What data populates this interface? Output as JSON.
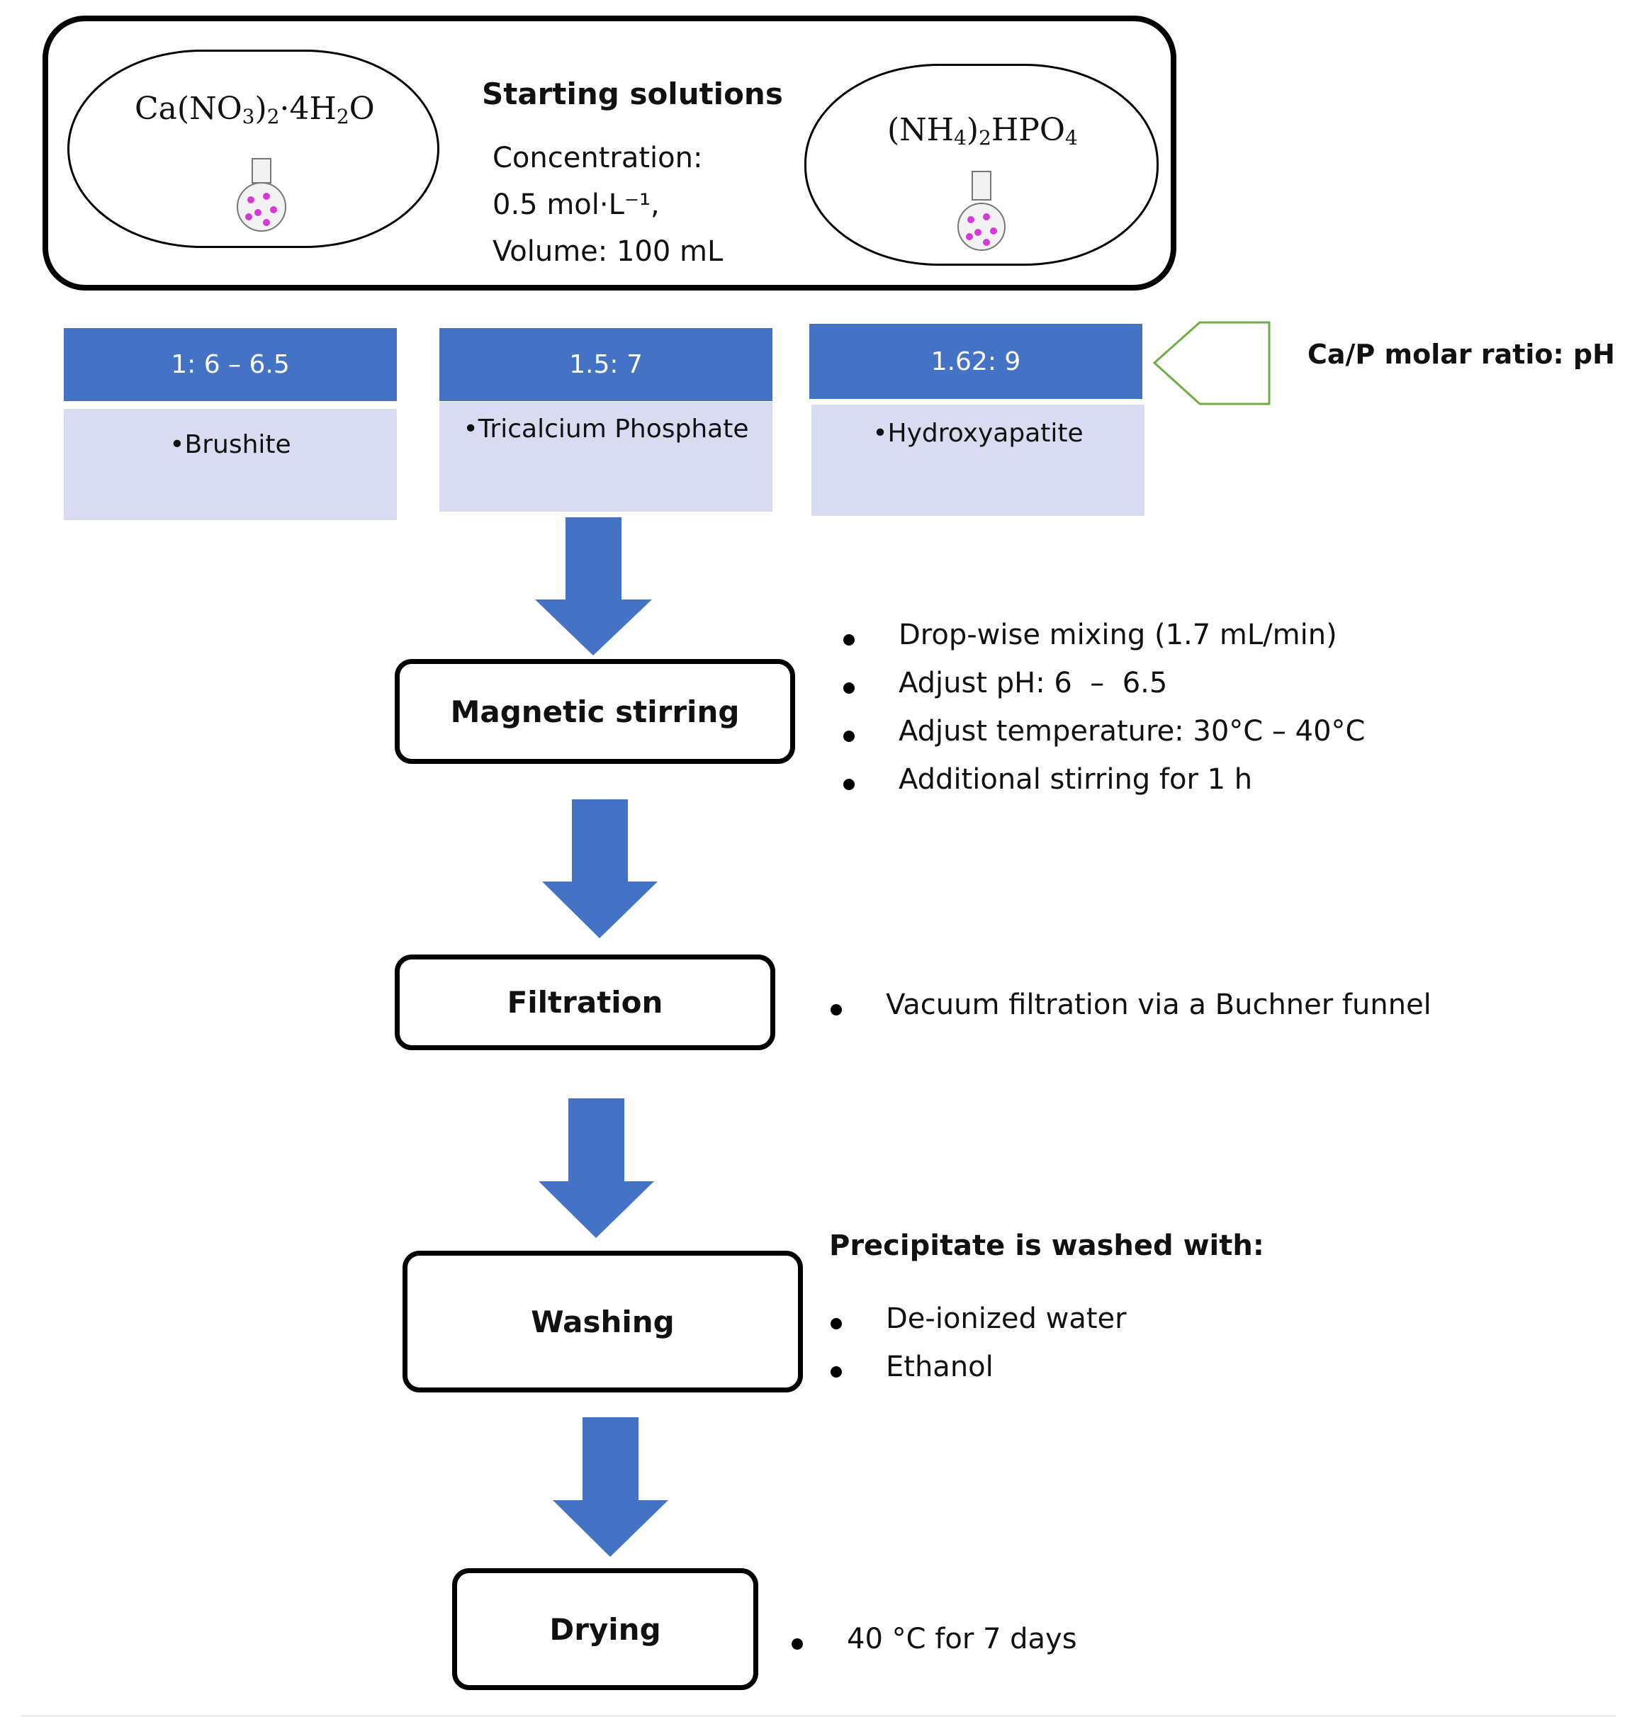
{
  "starting_solutions": {
    "title": "Starting solutions",
    "concentration_label": "Concentration:",
    "concentration_value": "0.5 mol·L⁻¹,",
    "volume": "Volume: 100 mL",
    "left_reagent": {
      "main": "Ca(NO",
      "sub1": "3",
      "mid": ")",
      "sub2": "2",
      "end": "·4H",
      "sub3": "2",
      "tail": "O"
    },
    "right_reagent": {
      "open": "(NH",
      "sub1": "4",
      "mid": ")",
      "sub2": "2",
      "end": "HPO",
      "sub3": "4"
    }
  },
  "ratio_caption": "Ca/P molar ratio: pH",
  "ratios": [
    {
      "ratio": "1: 6 – 6.5",
      "phase": "•Brushite"
    },
    {
      "ratio": "1.5: 7",
      "phase": "•Tricalcium Phosphate"
    },
    {
      "ratio": "1.62: 9",
      "phase": "•Hydroxyapatite"
    }
  ],
  "steps": {
    "stirring": {
      "label": "Magnetic stirring",
      "notes": [
        "Drop-wise mixing (1.7 mL/min)",
        "Adjust pH: 6  –  6.5",
        "Adjust temperature: 30°C – 40°C",
        "Additional stirring for 1 h"
      ]
    },
    "filtration": {
      "label": "Filtration",
      "notes": [
        "Vacuum filtration via a Buchner funnel"
      ]
    },
    "washing": {
      "label": "Washing",
      "heading": "Precipitate is washed with:",
      "notes": [
        "De-ionized water",
        "Ethanol"
      ]
    },
    "drying": {
      "label": "Drying",
      "notes": [
        "40 °C for 7 days"
      ]
    }
  },
  "colors": {
    "accent_blue": "#4472c4",
    "light_band": "#d9dcf0",
    "flask_dots": "#d63ad6",
    "callout_green": "#70ad47"
  }
}
